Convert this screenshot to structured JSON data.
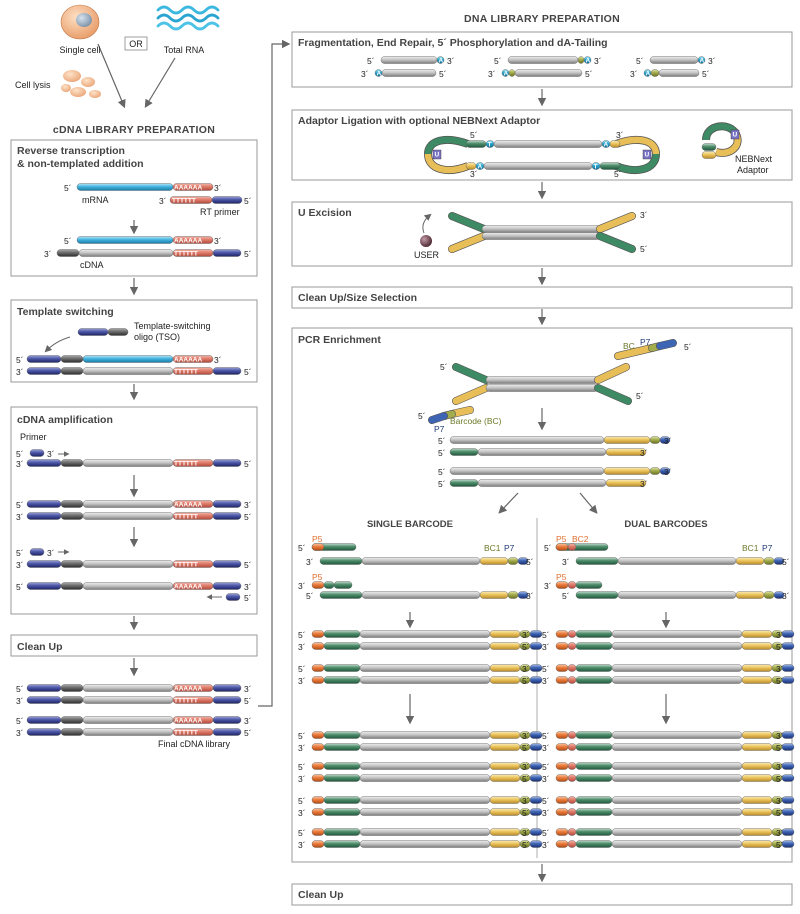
{
  "left": {
    "single_cell": "Single cell",
    "or": "OR",
    "total_rna": "Total RNA",
    "cell_lysis": "Cell lysis",
    "section_title": "cDNA LIBRARY PREPARATION",
    "rt_box": {
      "title_1": "Reverse transcription",
      "title_2": "& non-templated addition",
      "mrna": "mRNA",
      "rt_primer": "RT primer",
      "cdna": "cDNA"
    },
    "ts_box": {
      "title": "Template switching",
      "tso_1": "Template-switching",
      "tso_2": "oligo (TSO)"
    },
    "amp_box": {
      "title": "cDNA amplification",
      "primer": "Primer"
    },
    "cleanup": "Clean Up",
    "final": "Final cDNA library"
  },
  "right": {
    "section_title": "DNA LIBRARY PREPARATION",
    "frag_title": "Fragmentation, End Repair, 5´ Phosphorylation and dA-Tailing",
    "adaptor_title": "Adaptor Ligation with optional NEBNext Adaptor",
    "nebnext_1": "NEBNext",
    "nebnext_2": "Adaptor",
    "u_title": "U Excision",
    "user": "USER",
    "cleanup_size": "Clean Up/Size Selection",
    "pcr_title": "PCR Enrichment",
    "bc": "BC",
    "p7": "P7",
    "barcode": "Barcode (BC)",
    "single": "SINGLE BARCODE",
    "dual": "DUAL BARCODES",
    "p5": "P5",
    "bc1": "BC1",
    "bc2": "BC2",
    "cleanup_final": "Clean Up"
  },
  "seq": {
    "a": "AAAAAA",
    "t": "TTTTTT",
    "a1": "A",
    "t1": "T",
    "u": "U"
  },
  "ends": {
    "five": "5´",
    "three": "3´"
  }
}
